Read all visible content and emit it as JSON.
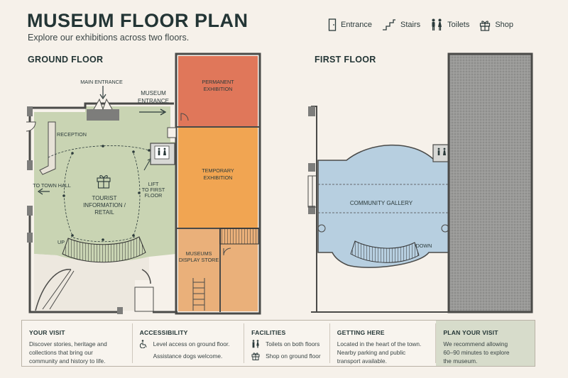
{
  "title": "MUSEUM FLOOR PLAN",
  "subtitle": "Explore our exhibitions across two floors.",
  "legend": {
    "items": [
      {
        "label": "Entrance",
        "icon": "door-icon"
      },
      {
        "label": "Stairs",
        "icon": "stairs-icon"
      },
      {
        "label": "Toilets",
        "icon": "toilets-icon"
      },
      {
        "label": "Shop",
        "icon": "gift-icon"
      }
    ]
  },
  "ground_floor": {
    "title": "GROUND FLOOR",
    "labels": {
      "main_entrance": "MAIN ENTRANCE",
      "museum_entrance_1": "MUSEUM",
      "museum_entrance_2": "ENTRANCE",
      "reception": "RECEPTION",
      "to_town_hall": "TO TOWN HALL",
      "tourist_1": "TOURIST",
      "tourist_2": "INFORMATION /",
      "tourist_3": "RETAIL",
      "lift_1": "LIFT",
      "lift_2": "TO FIRST",
      "lift_3": "FLOOR",
      "up": "UP",
      "permanent_1": "PERMANENT",
      "permanent_2": "EXHIBITION",
      "temporary_1": "TEMPORARY",
      "temporary_2": "EXHIBITION",
      "store_1": "MUSEUMS",
      "store_2": "DISPLAY STORE"
    }
  },
  "first_floor": {
    "title": "FIRST FLOOR",
    "labels": {
      "community_gallery": "COMMUNITY GALLERY",
      "down": "DOWN"
    }
  },
  "colors": {
    "background": "#f6f1ea",
    "ground_green": "#c9d4b3",
    "permanent_red": "#e0775a",
    "temporary_orange": "#f1a552",
    "store_peach": "#eab07a",
    "gallery_blue": "#b7cfe0",
    "wall_dark": "#4a4a48",
    "hatch_gray": "#8f8f8d",
    "accent_panel": "#d7dccb"
  },
  "info": {
    "your_visit": {
      "heading": "YOUR VISIT",
      "lines": [
        "Discover stories, heritage and",
        "collections that bring our",
        "community and history to life."
      ]
    },
    "accessibility": {
      "heading": "ACCESSIBILITY",
      "line1": "Level access on ground floor.",
      "line2": "Assistance dogs welcome."
    },
    "facilities": {
      "heading": "FACILITIES",
      "line1": "Toilets on both floors",
      "line2": "Shop on ground floor"
    },
    "getting_here": {
      "heading": "GETTING HERE",
      "lines": [
        "Located in the heart of the town.",
        "Nearby parking and public",
        "transport available."
      ]
    },
    "plan_visit": {
      "heading": "PLAN YOUR VISIT",
      "lines": [
        "We recommend allowing",
        "60–90 minutes to explore",
        "the museum."
      ]
    }
  }
}
